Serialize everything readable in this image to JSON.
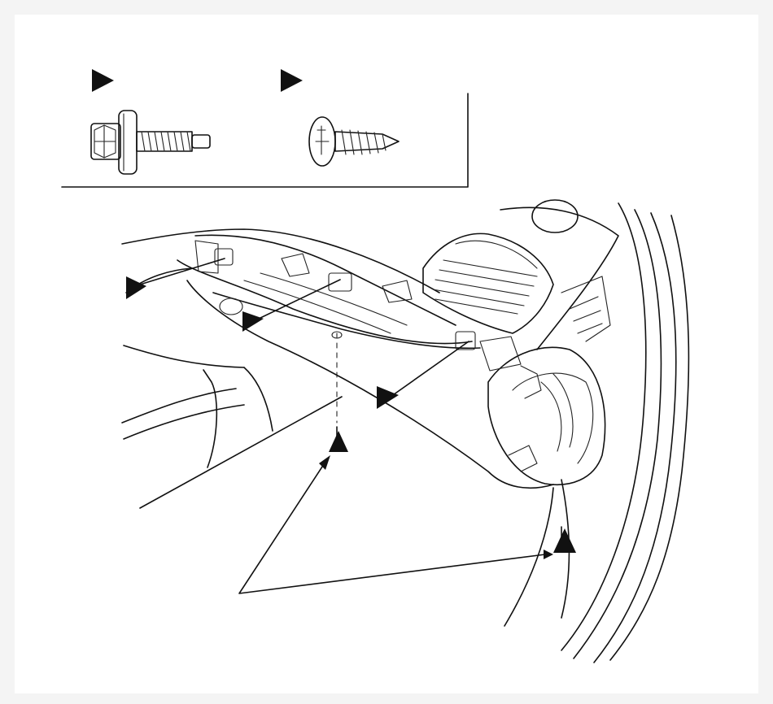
{
  "figure": {
    "legend": {
      "items": [
        {
          "icon": "flange-bolt-icon",
          "marker": "triangle-marker-icon"
        },
        {
          "icon": "pan-head-screw-icon",
          "marker": "triangle-marker-icon"
        }
      ]
    },
    "callouts": [
      {
        "marker": "triangle-marker-icon",
        "target": "left-clip"
      },
      {
        "marker": "triangle-marker-icon",
        "target": "center-clip"
      },
      {
        "marker": "triangle-marker-icon",
        "target": "right-clip"
      },
      {
        "marker": "triangle-marker-icon",
        "target": "lower-screw-center"
      },
      {
        "marker": "triangle-marker-icon",
        "target": "lower-screw-right"
      }
    ],
    "colors": {
      "line": "#111111",
      "background": "#f4f4f4",
      "panel": "#ffffff"
    }
  }
}
